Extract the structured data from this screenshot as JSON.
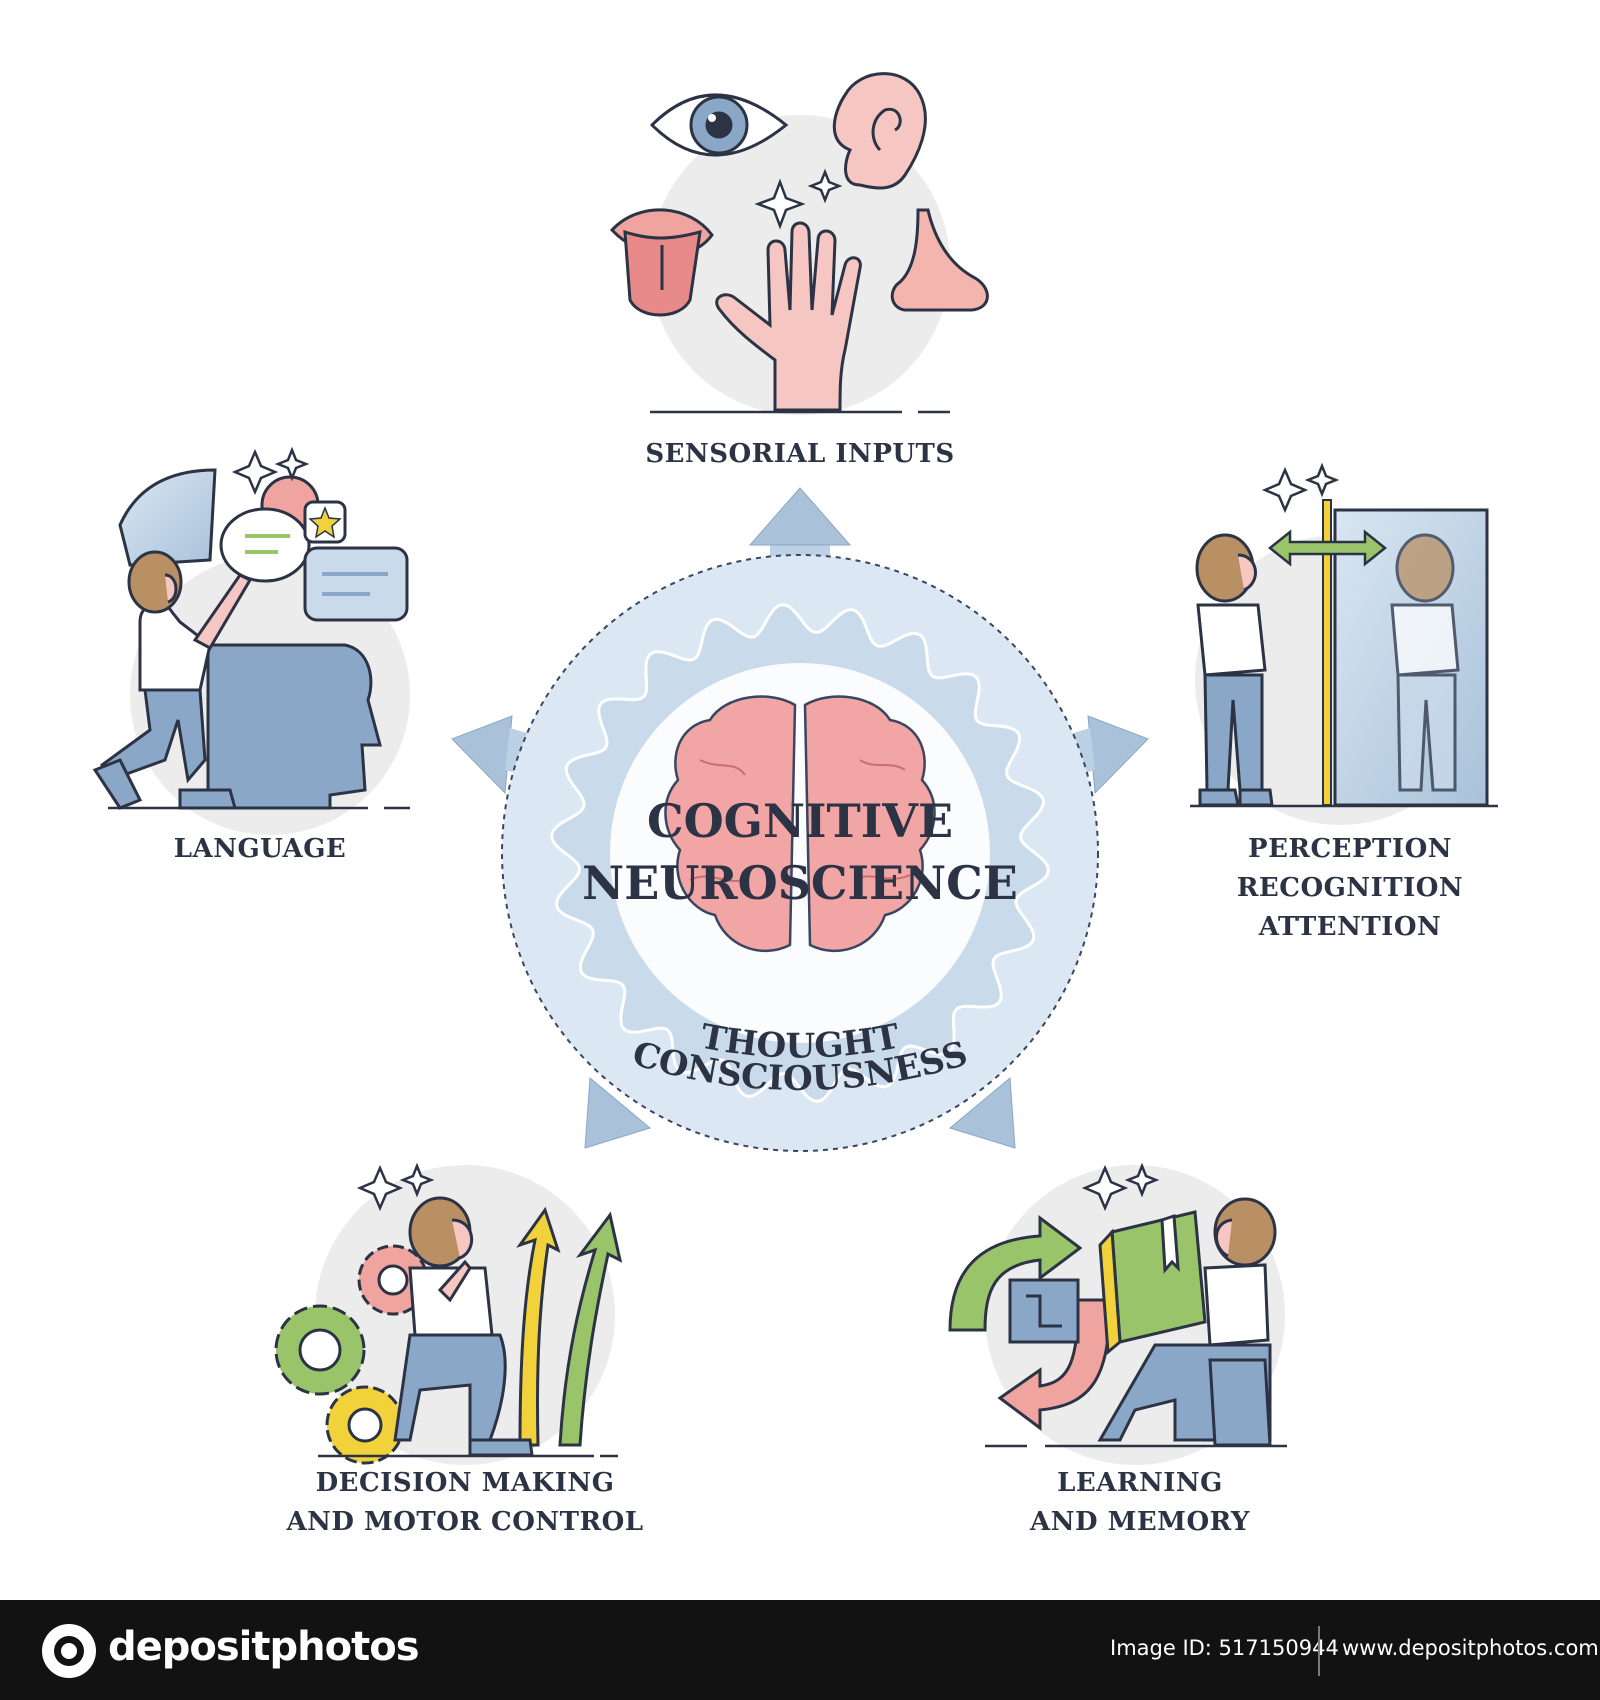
{
  "center": {
    "title_lines": [
      "COGNITIVE",
      "NEUROSCIENCE"
    ],
    "ring_text_lines": [
      "THOUGHT",
      "CONSCIOUSNESS"
    ]
  },
  "nodes": {
    "sensorial": {
      "lines": [
        "SENSORIAL INPUTS"
      ]
    },
    "language": {
      "lines": [
        "LANGUAGE"
      ]
    },
    "perception": {
      "lines": [
        "PERCEPTION",
        "RECOGNITION",
        "ATTENTION"
      ]
    },
    "decision": {
      "lines": [
        "DECISION MAKING",
        "AND MOTOR CONTROL"
      ]
    },
    "learning": {
      "lines": [
        "LEARNING",
        "AND MEMORY"
      ]
    }
  },
  "footer": {
    "brand": "depositphotos",
    "image_id": "Image ID: 517150944",
    "url": "www.depositphotos.com"
  },
  "colors": {
    "text": "#2b3345",
    "arrow": "#a9c2da",
    "ring_outer": "#dbe7f3",
    "ring_inner": "#c9daea",
    "brain": "#f2a5a5",
    "illustration_bg": "#ececec",
    "figure_blue": "#8aa7c7",
    "accent_green": "#9ac46a",
    "accent_yellow": "#f2d23a",
    "accent_pink": "#f0a4a0"
  },
  "icons": [
    "eye-icon",
    "ear-icon",
    "mouth-icon",
    "hand-icon",
    "nose-icon",
    "sparkle-icon",
    "gear-icon",
    "chat-bubble-icon",
    "mirror-icon",
    "book-icon",
    "cycle-arrows-icon",
    "head-silhouette-icon",
    "brain-icon",
    "camera-logo-icon"
  ]
}
